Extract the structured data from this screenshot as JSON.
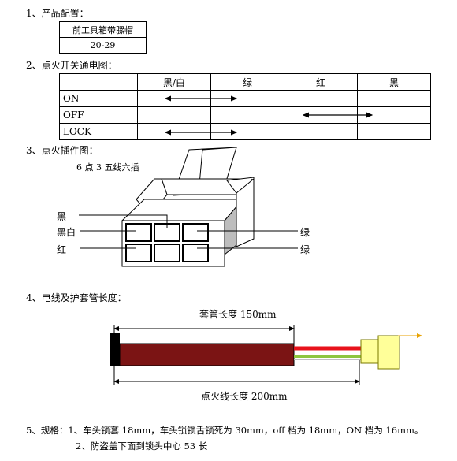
{
  "sections": {
    "s1": "1、产品配置：",
    "s2": "2、点火开关通电图：",
    "s3": "3、点火插件图：",
    "s4": "4、电线及护套管长度：",
    "s5_line1": "5、规格：1、车头锁套 18mm，车头锁锁舌锁死为 30mm，off 档为 18mm，ON 档为 16mm。",
    "s5_line2": "2、防盗盖下面到锁头中心 53 长"
  },
  "product_config": {
    "name": "前工具箱带骡帽",
    "code": "20-29"
  },
  "switch_table": {
    "headers": [
      "",
      "黑/白",
      "绿",
      "红",
      "黑"
    ],
    "rows": [
      "ON",
      "OFF",
      "LOCK"
    ]
  },
  "connector": {
    "subtitle": "6 点 3 五线六插",
    "labels_left": [
      "黑",
      "黑白",
      "红"
    ],
    "labels_right": [
      "绿",
      "绿"
    ]
  },
  "wire": {
    "sleeve_length": "套管长度 150mm",
    "wire_length": "点火线长度 200mm"
  },
  "colors": {
    "sleeve": "#7b1414",
    "wire_red": "#e8121b",
    "wire_green": "#8dc63f",
    "connector_fill": "#ffff99",
    "connector_gray": "#b0b0b0"
  }
}
